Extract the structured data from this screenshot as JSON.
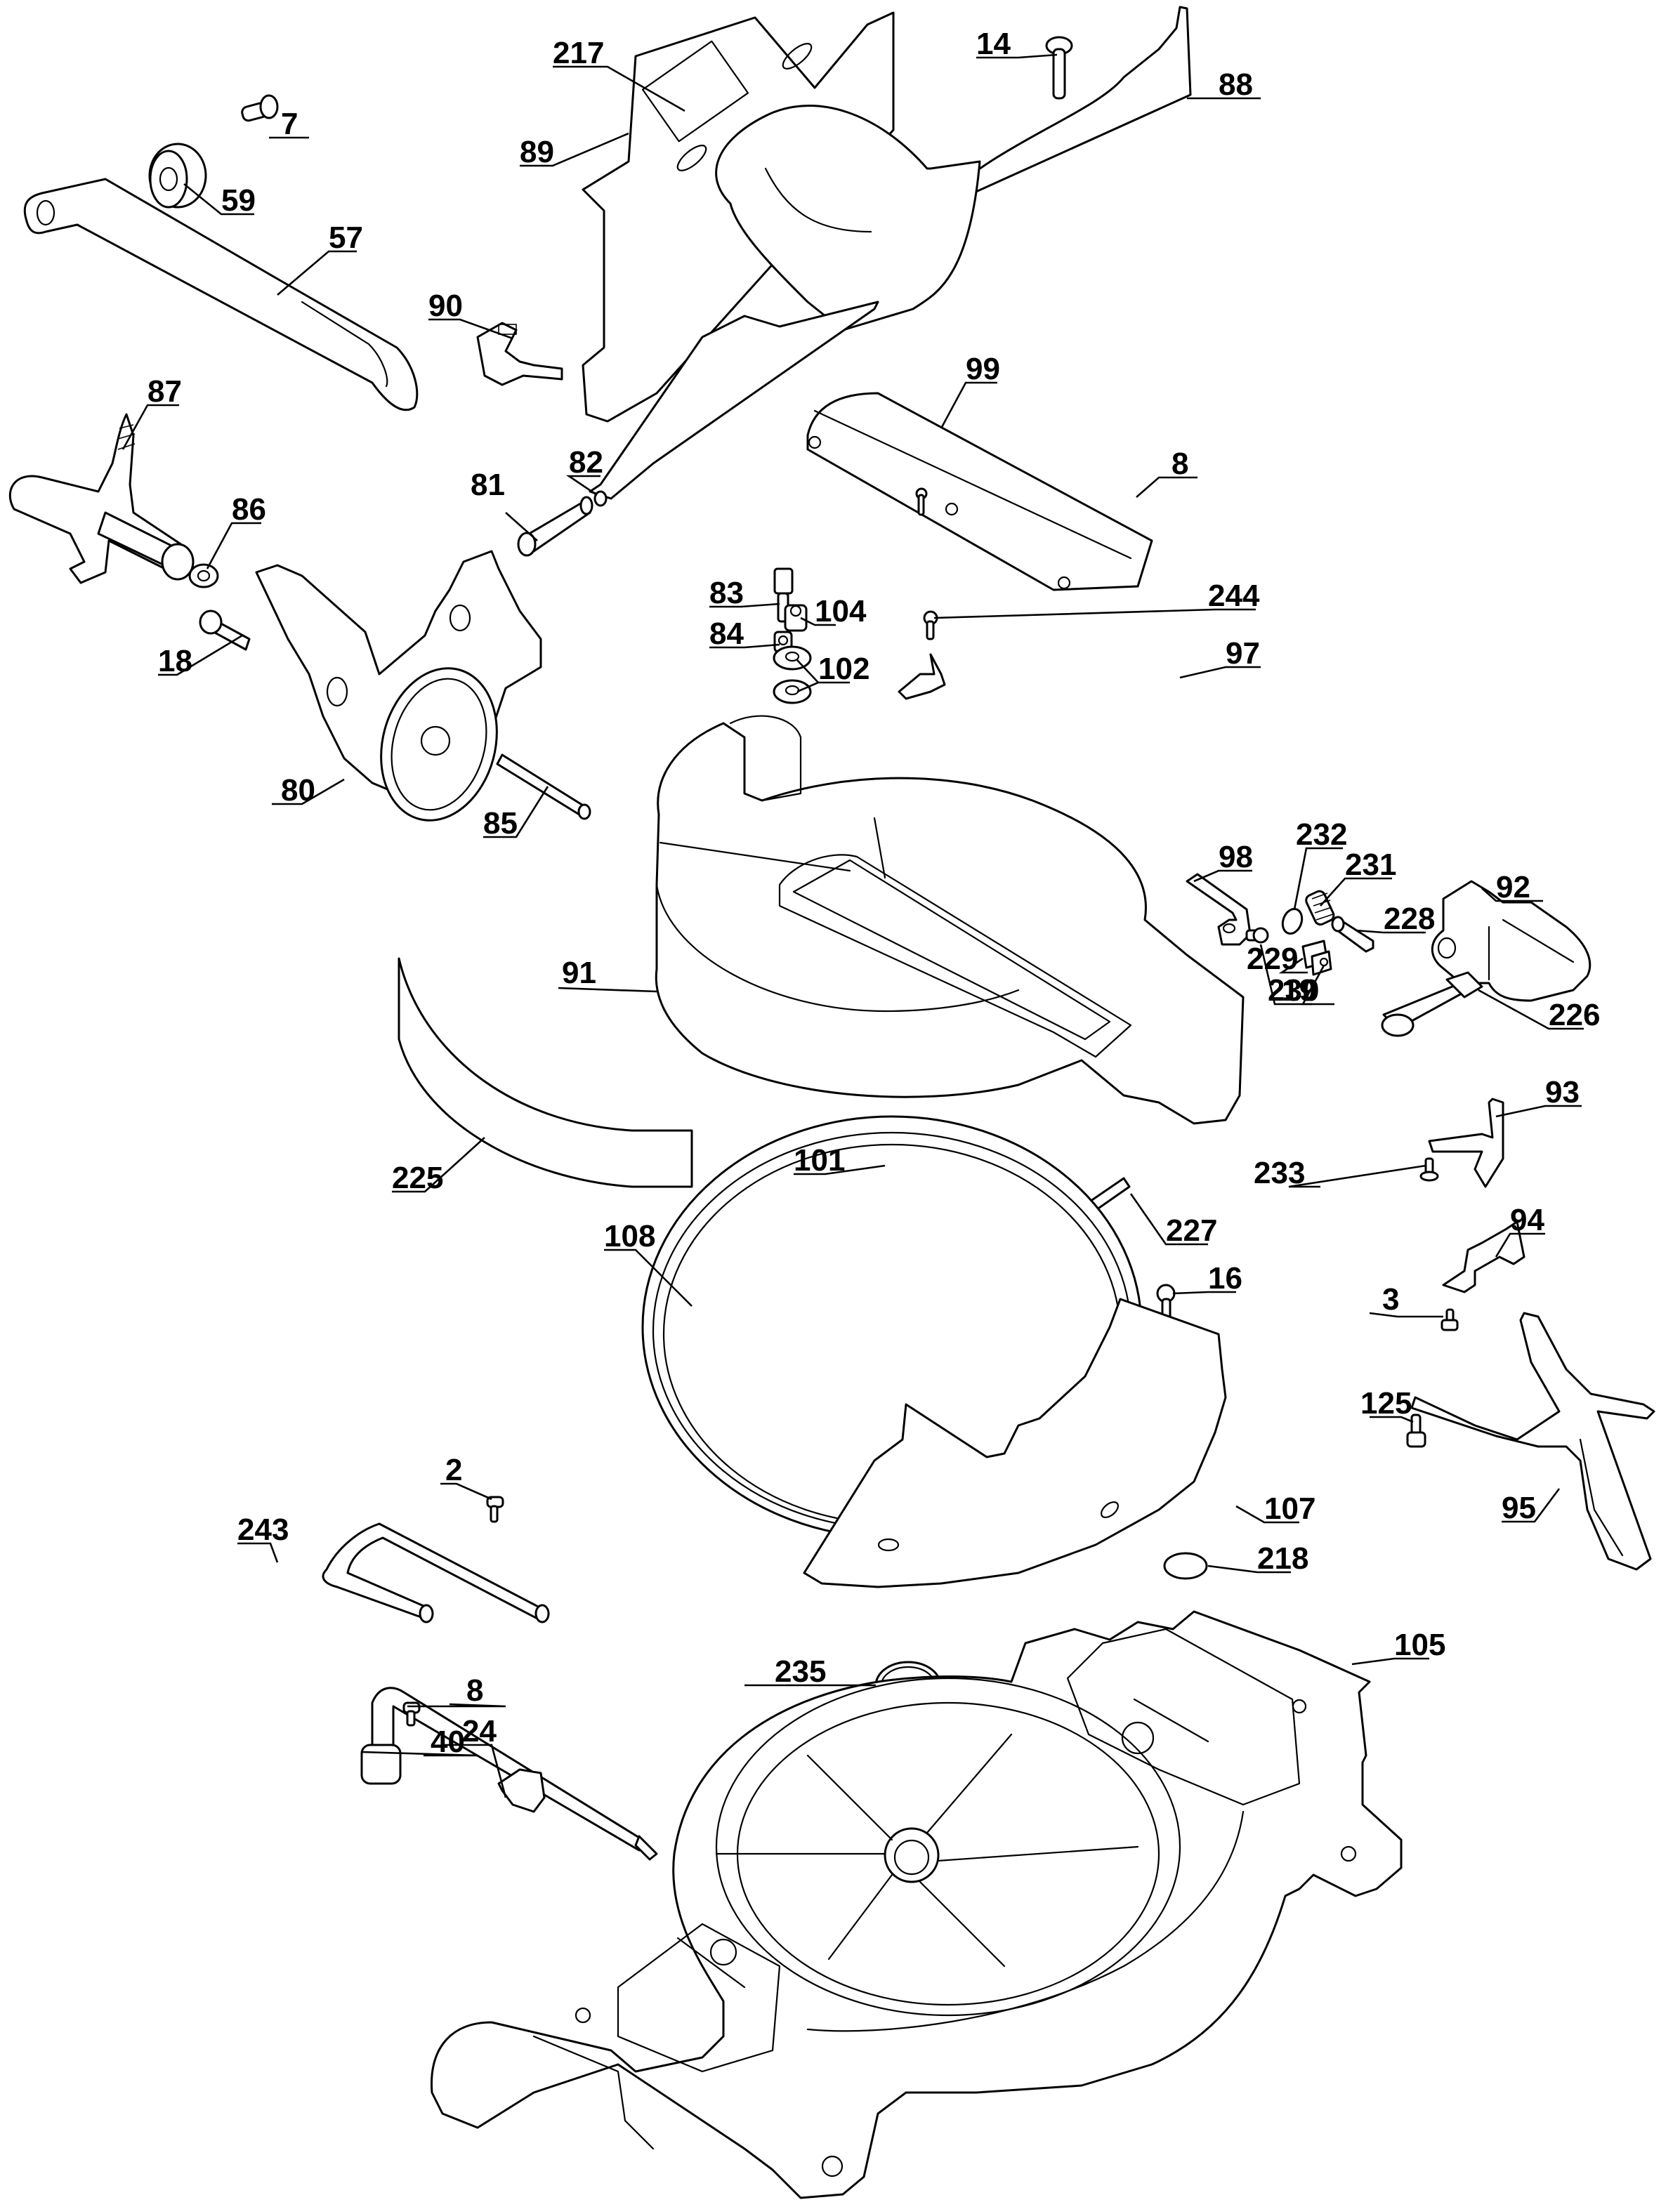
{
  "diagram": {
    "type": "exploded-parts-view",
    "line_color": "#000000",
    "background": "#ffffff"
  },
  "callouts": [
    {
      "id": "217",
      "text": "217",
      "part": "label-plate"
    },
    {
      "id": "14",
      "text": "14",
      "part": "flat-head-screw"
    },
    {
      "id": "88",
      "text": "88",
      "part": "right-fence"
    },
    {
      "id": "7",
      "text": "7",
      "part": "shoulder-screw"
    },
    {
      "id": "89",
      "text": "89",
      "part": "left-fence"
    },
    {
      "id": "59",
      "text": "59",
      "part": "bearing"
    },
    {
      "id": "57",
      "text": "57",
      "part": "link-arm"
    },
    {
      "id": "90",
      "text": "90",
      "part": "fence-knob"
    },
    {
      "id": "87",
      "text": "87",
      "part": "bevel-lock-handle"
    },
    {
      "id": "99",
      "text": "99",
      "part": "kerf-plate"
    },
    {
      "id": "82",
      "text": "82",
      "part": "retaining-ring"
    },
    {
      "id": "8a",
      "text": "8",
      "part": "screw"
    },
    {
      "id": "81",
      "text": "81",
      "part": "pivot-pin"
    },
    {
      "id": "86",
      "text": "86",
      "part": "washer"
    },
    {
      "id": "83",
      "text": "83",
      "part": "hex-bolt"
    },
    {
      "id": "104",
      "text": "104",
      "part": "lock-nut"
    },
    {
      "id": "244",
      "text": "244",
      "part": "screw"
    },
    {
      "id": "84",
      "text": "84",
      "part": "hex-nut"
    },
    {
      "id": "102",
      "text": "102",
      "part": "washers"
    },
    {
      "id": "97",
      "text": "97",
      "part": "bracket"
    },
    {
      "id": "18",
      "text": "18",
      "part": "pin"
    },
    {
      "id": "80",
      "text": "80",
      "part": "bevel-bracket"
    },
    {
      "id": "85",
      "text": "85",
      "part": "rod"
    },
    {
      "id": "232",
      "text": "232",
      "part": "washer"
    },
    {
      "id": "98",
      "text": "98",
      "part": "spring-clip"
    },
    {
      "id": "231",
      "text": "231",
      "part": "spring"
    },
    {
      "id": "92",
      "text": "92",
      "part": "miter-handle"
    },
    {
      "id": "228",
      "text": "228",
      "part": "threaded-rod"
    },
    {
      "id": "91",
      "text": "91",
      "part": "turntable"
    },
    {
      "id": "229",
      "text": "229",
      "part": "clamp-block"
    },
    {
      "id": "19",
      "text": "19",
      "part": "screw"
    },
    {
      "id": "230",
      "text": "230",
      "part": "clamp-block"
    },
    {
      "id": "226",
      "text": "226",
      "part": "detent-lever"
    },
    {
      "id": "93",
      "text": "93",
      "part": "detent-spring"
    },
    {
      "id": "101",
      "text": "101",
      "part": "hex-bolt"
    },
    {
      "id": "233",
      "text": "233",
      "part": "rivet"
    },
    {
      "id": "225",
      "text": "225",
      "part": "label-strip"
    },
    {
      "id": "227",
      "text": "227",
      "part": "pin"
    },
    {
      "id": "108",
      "text": "108",
      "part": "ring"
    },
    {
      "id": "94",
      "text": "94",
      "part": "bracket"
    },
    {
      "id": "16",
      "text": "16",
      "part": "screw"
    },
    {
      "id": "3",
      "text": "3",
      "part": "screw"
    },
    {
      "id": "125",
      "text": "125",
      "part": "screw"
    },
    {
      "id": "107",
      "text": "107",
      "part": "miter-scale"
    },
    {
      "id": "95",
      "text": "95",
      "part": "detent-plate"
    },
    {
      "id": "2",
      "text": "2",
      "part": "screw"
    },
    {
      "id": "218",
      "text": "218",
      "part": "pad"
    },
    {
      "id": "243",
      "text": "243",
      "part": "extension-rod"
    },
    {
      "id": "235",
      "text": "235",
      "part": "o-ring"
    },
    {
      "id": "40",
      "text": "40",
      "part": "hex-wrench"
    },
    {
      "id": "105",
      "text": "105",
      "part": "base"
    },
    {
      "id": "8b",
      "text": "8",
      "part": "screw"
    },
    {
      "id": "24",
      "text": "24",
      "part": "wrench-clip"
    }
  ]
}
